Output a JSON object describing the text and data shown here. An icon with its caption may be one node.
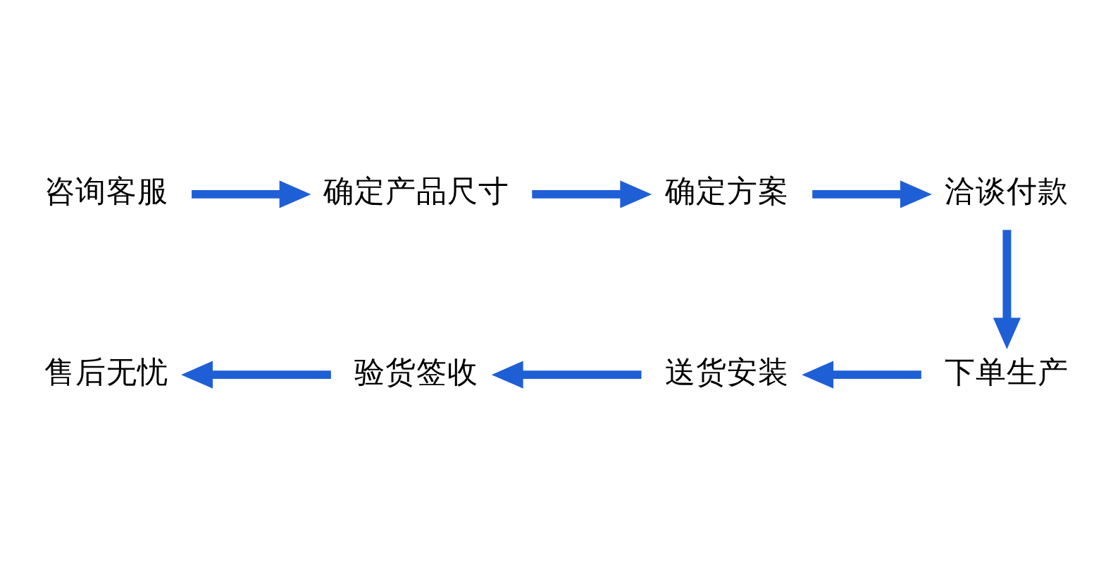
{
  "diagram": {
    "nodes": [
      {
        "text": [
          "咨询客服"
        ]
      },
      {
        "text": [
          "确定产品尺寸"
        ]
      },
      {
        "text": [
          "确定方案"
        ]
      },
      {
        "text": [
          "洽谈付款"
        ]
      },
      {
        "text": [
          "下单生产"
        ]
      },
      {
        "text": [
          "送货安装"
        ]
      },
      {
        "text": [
          "验货签收"
        ]
      },
      {
        "text": [
          "售后无忧"
        ]
      }
    ],
    "edges": [
      {
        "from": 0,
        "to": 1,
        "arrow": "to"
      },
      {
        "from": 1,
        "to": 2,
        "arrow": "to"
      },
      {
        "from": 2,
        "to": 3,
        "arrow": "to"
      },
      {
        "from": 3,
        "to": 4,
        "arrow": "to"
      },
      {
        "from": 4,
        "to": 5,
        "arrow": "to"
      },
      {
        "from": 5,
        "to": 6,
        "arrow": "to"
      },
      {
        "from": 6,
        "to": 7,
        "arrow": "to"
      }
    ]
  }
}
